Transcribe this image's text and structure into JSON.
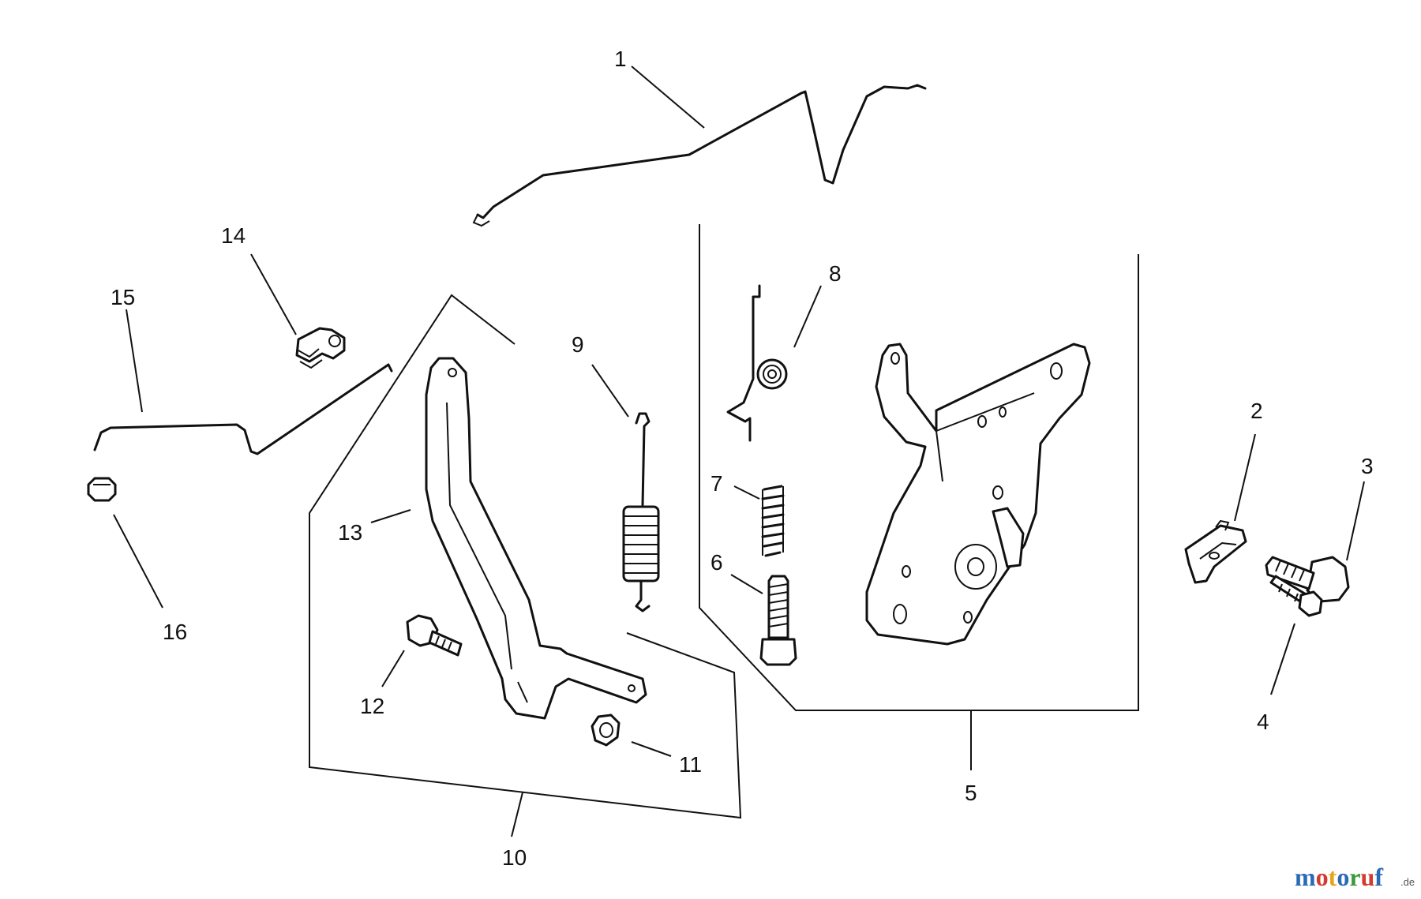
{
  "callouts": [
    "1",
    "2",
    "3",
    "4",
    "5",
    "6",
    "7",
    "8",
    "9",
    "10",
    "11",
    "12",
    "13",
    "14",
    "15",
    "16"
  ],
  "logo": {
    "letters": [
      "m",
      "o",
      "t",
      "o",
      "r",
      "u",
      "f"
    ],
    "letter_colors": [
      "#2a6ab5",
      "#d43a2f",
      "#e8a31c",
      "#2a6ab5",
      "#3a9a3a",
      "#d43a2f",
      "#2a6ab5"
    ],
    "suffix": ".de"
  }
}
